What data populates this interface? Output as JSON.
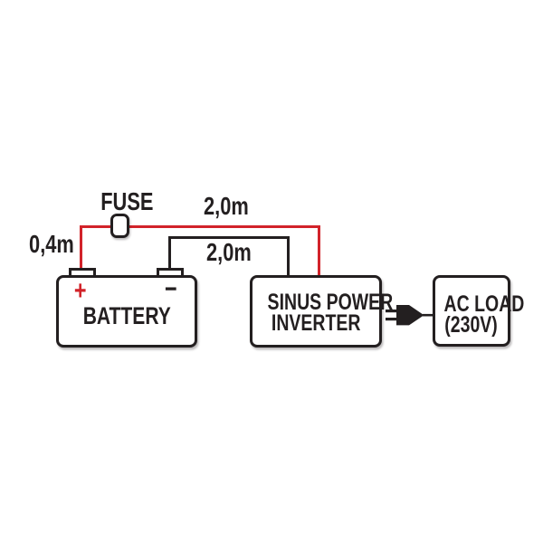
{
  "colors": {
    "wire_red": "#d2232a",
    "wire_black": "#231f20",
    "box_border": "#231f20",
    "background": "#ffffff"
  },
  "fuse": {
    "label": "FUSE"
  },
  "wire_labels": {
    "positive_short": "0,4m",
    "positive_long": "2,0m",
    "negative": "2,0m"
  },
  "battery": {
    "label": "BATTERY",
    "plus": "+",
    "minus": "−"
  },
  "inverter": {
    "line1": "SINUS POWER",
    "line2": "INVERTER"
  },
  "ac_load": {
    "line1": "AC LOAD",
    "line2": "(230V)"
  },
  "icons": {
    "plug": "plug-icon"
  }
}
